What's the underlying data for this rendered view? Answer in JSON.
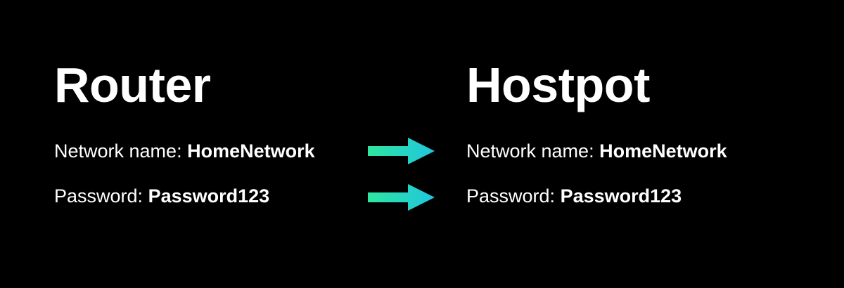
{
  "background_color": "#000000",
  "columns": [
    {
      "id": "router",
      "title": "Router",
      "rows": [
        {
          "label": "Network name: ",
          "value": "HomeNetwork"
        },
        {
          "label": "Password: ",
          "value": "Password123"
        }
      ]
    },
    {
      "id": "hostpot",
      "title": "Hostpot",
      "rows": [
        {
          "label": "Network name: ",
          "value": "HomeNetwork"
        },
        {
          "label": "Password: ",
          "value": "Password123"
        }
      ]
    }
  ],
  "arrows": [
    {
      "icon": "arrow-right-icon",
      "name": "network-transfer-arrow",
      "gradient_start": "#2EE6A0",
      "gradient_end": "#20C6DE"
    },
    {
      "icon": "arrow-right-icon",
      "name": "password-transfer-arrow",
      "gradient_start": "#2EE6A0",
      "gradient_end": "#20C6DE"
    }
  ],
  "colors": {
    "text": "#FFFFFF",
    "accent_green": "#2EE6A0",
    "accent_cyan": "#20C6DE",
    "background": "#000000"
  }
}
